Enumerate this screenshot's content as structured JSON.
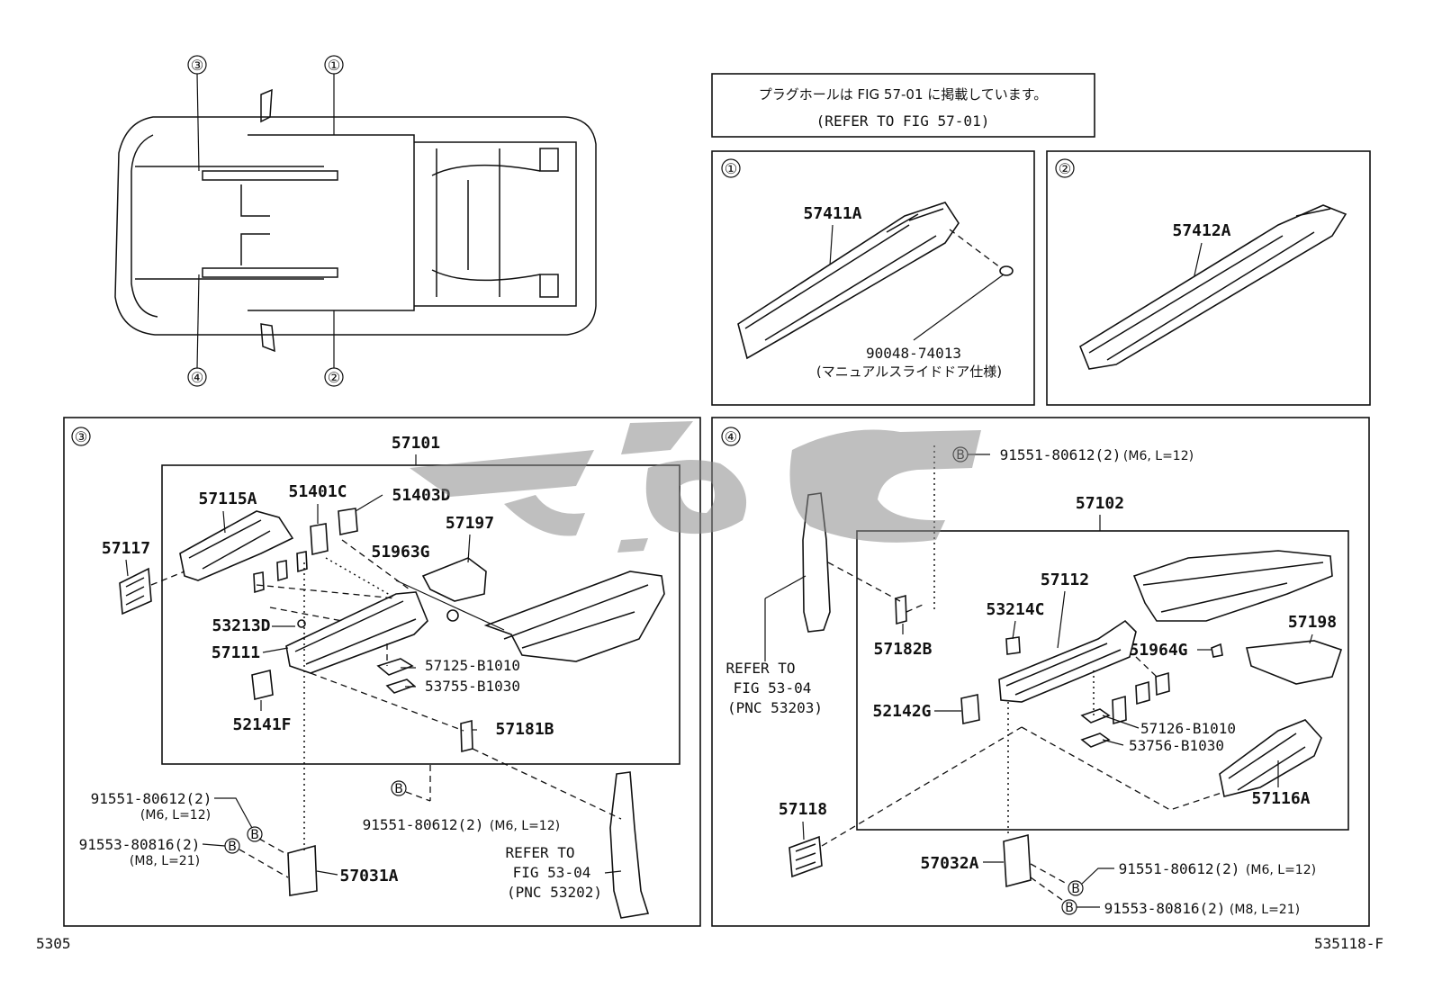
{
  "note": {
    "jp": "プラグホールは FIG 57-01 に掲載しています。",
    "en": "(REFER TO FIG 57-01)"
  },
  "overview": {
    "callouts": [
      "③",
      "①",
      "④",
      "②"
    ]
  },
  "panel1": {
    "badge": "①",
    "part": "57411A",
    "plug_part": "90048-74013",
    "plug_note": "(マニュアルスライドドア仕様)"
  },
  "panel2": {
    "badge": "②",
    "part": "57412A"
  },
  "panel3": {
    "badge": "③",
    "group": "57101",
    "parts": {
      "p57115A": "57115A",
      "p51401C": "51401C",
      "p51403D": "51403D",
      "p57117": "57117",
      "p57197": "57197",
      "p51963G": "51963G",
      "p53213D": "53213D",
      "p57111": "57111",
      "p57125": "57125-B1010",
      "p53755": "53755-B1030",
      "p52141F": "52141F",
      "p57181B": "57181B",
      "p57031A": "57031A"
    },
    "bolt1": "91551-80612(2)",
    "bolt1_spec": "(M6, L=12)",
    "bolt2": "91553-80816(2)",
    "bolt2_spec": "(M8, L=21)",
    "bolt3": "91551-80612(2)",
    "bolt3_spec": "(M6, L=12)",
    "refer1": "REFER TO",
    "refer2": "FIG 53-04",
    "refer3": "(PNC 53202)"
  },
  "panel4": {
    "badge": "④",
    "group": "57102",
    "top_bolt": "91551-80612(2)",
    "top_bolt_spec": "(M6, L=12)",
    "parts": {
      "p57112": "57112",
      "p53214C": "53214C",
      "p57198": "57198",
      "p57182B": "57182B",
      "p51964G": "51964G",
      "p52142G": "52142G",
      "p57126": "57126-B1010",
      "p53756": "53756-B1030",
      "p57116A": "57116A",
      "p57118": "57118",
      "p57032A": "57032A"
    },
    "bolt1": "91551-80612(2)",
    "bolt1_spec": "(M6, L=12)",
    "bolt2": "91553-80816(2)",
    "bolt2_spec": "(M8, L=21)",
    "refer1": "REFER TO",
    "refer2": "FIG 53-04",
    "refer3": "(PNC 53203)"
  },
  "bolt_badge": "B",
  "footer": {
    "left": "5305",
    "right": "535118-F"
  }
}
